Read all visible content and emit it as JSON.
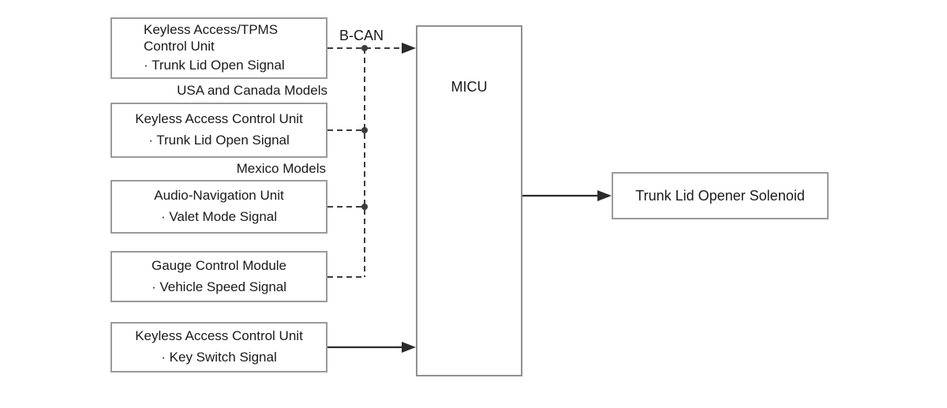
{
  "bus_label": "B-CAN",
  "micu": {
    "label": "MICU"
  },
  "output": {
    "label": "Trunk Lid Opener Solenoid"
  },
  "sources": [
    {
      "title": "Keyless Access/TPMS Control Unit",
      "signal": "· Trunk Lid Open Signal"
    },
    {
      "title": "Keyless Access Control Unit",
      "signal": "· Trunk Lid Open Signal"
    },
    {
      "title": "Audio-Navigation Unit",
      "signal": "· Valet Mode Signal"
    },
    {
      "title": "Gauge Control Module",
      "signal": "· Vehicle Speed Signal"
    },
    {
      "title": "Keyless Access Control Unit",
      "signal": "· Key Switch Signal"
    }
  ],
  "notes": [
    "USA and Canada Models",
    "Mexico Models"
  ],
  "colors": {
    "line": "#2b2b2b",
    "dashed_line": "#3c3c3c",
    "box_border": "#9a9a9a",
    "text": "#1a1a1a",
    "background": "#ffffff"
  }
}
